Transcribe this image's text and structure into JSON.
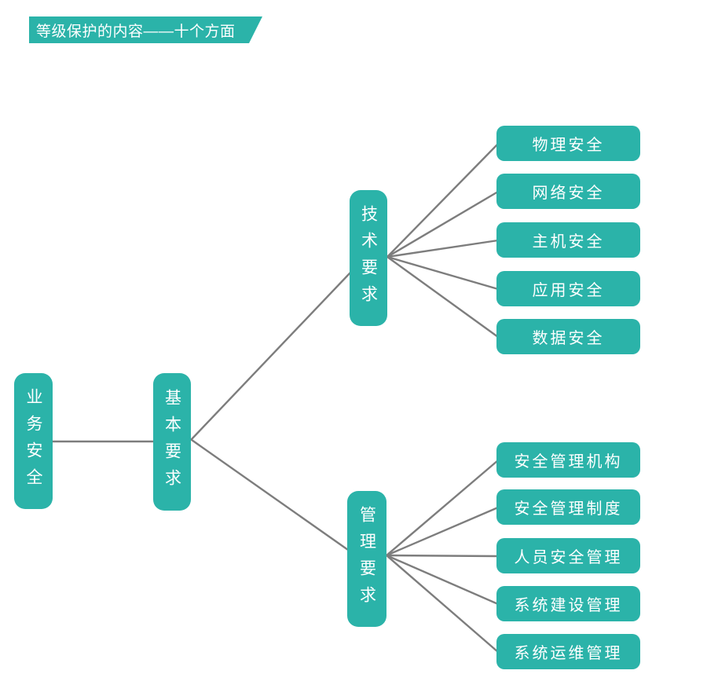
{
  "header": {
    "title": "等级保护的内容——十个方面"
  },
  "colors": {
    "accent": "#2bb3a9",
    "connector": "#7d7d7d",
    "text_on_accent": "#ffffff",
    "background": "#ffffff"
  },
  "diagram": {
    "root": {
      "label": "业务安全"
    },
    "base": {
      "label": "基本要求"
    },
    "branches": [
      {
        "label": "技术要求",
        "children": [
          {
            "label": "物理安全"
          },
          {
            "label": "网络安全"
          },
          {
            "label": "主机安全"
          },
          {
            "label": "应用安全"
          },
          {
            "label": "数据安全"
          }
        ]
      },
      {
        "label": "管理要求",
        "children": [
          {
            "label": "安全管理机构"
          },
          {
            "label": "安全管理制度"
          },
          {
            "label": "人员安全管理"
          },
          {
            "label": "系统建设管理"
          },
          {
            "label": "系统运维管理"
          }
        ]
      }
    ]
  }
}
